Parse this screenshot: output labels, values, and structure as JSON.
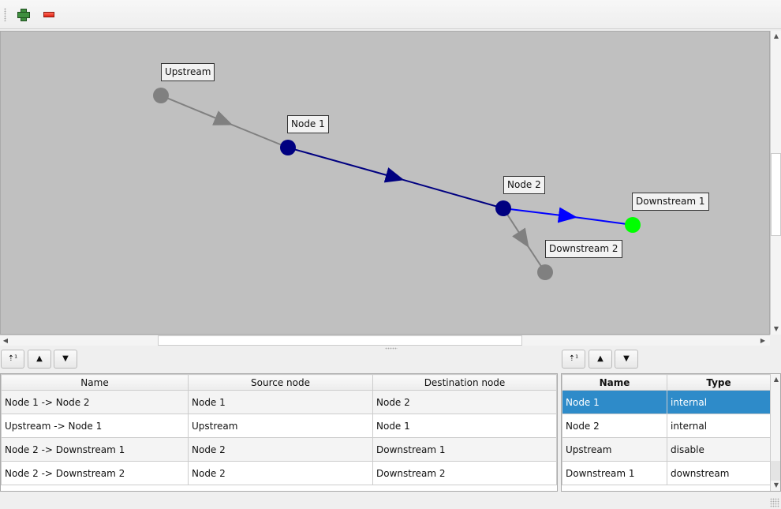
{
  "toolbar": {
    "add_icon": "plus-icon",
    "remove_icon": "minus-icon"
  },
  "graph": {
    "nodes": [
      {
        "label": "Upstream",
        "color": "#808080"
      },
      {
        "label": "Node 1",
        "color": "#000080"
      },
      {
        "label": "Node 2",
        "color": "#000080"
      },
      {
        "label": "Downstream 1",
        "color": "#00ff00"
      },
      {
        "label": "Downstream 2",
        "color": "#808080"
      }
    ],
    "edge_colors": {
      "upstream": "#808080",
      "internal": "#000080",
      "selected": "#0000ff"
    }
  },
  "links_table": {
    "columns": [
      "Name",
      "Source node",
      "Destination node"
    ],
    "rows": [
      [
        "Node 1 -> Node 2",
        "Node 1",
        "Node 2"
      ],
      [
        "Upstream -> Node 1",
        "Upstream",
        "Node 1"
      ],
      [
        "Node 2 -> Downstream 1",
        "Node 2",
        "Downstream 1"
      ],
      [
        "Node 2 -> Downstream 2",
        "Node 2",
        "Downstream 2"
      ]
    ]
  },
  "nodes_table": {
    "columns": [
      "Name",
      "Type"
    ],
    "rows": [
      [
        "Node 1",
        "internal"
      ],
      [
        "Node 2",
        "internal"
      ],
      [
        "Upstream",
        "disable"
      ],
      [
        "Downstream 1",
        "downstream"
      ]
    ],
    "selected_color": "#2e8bc9"
  }
}
